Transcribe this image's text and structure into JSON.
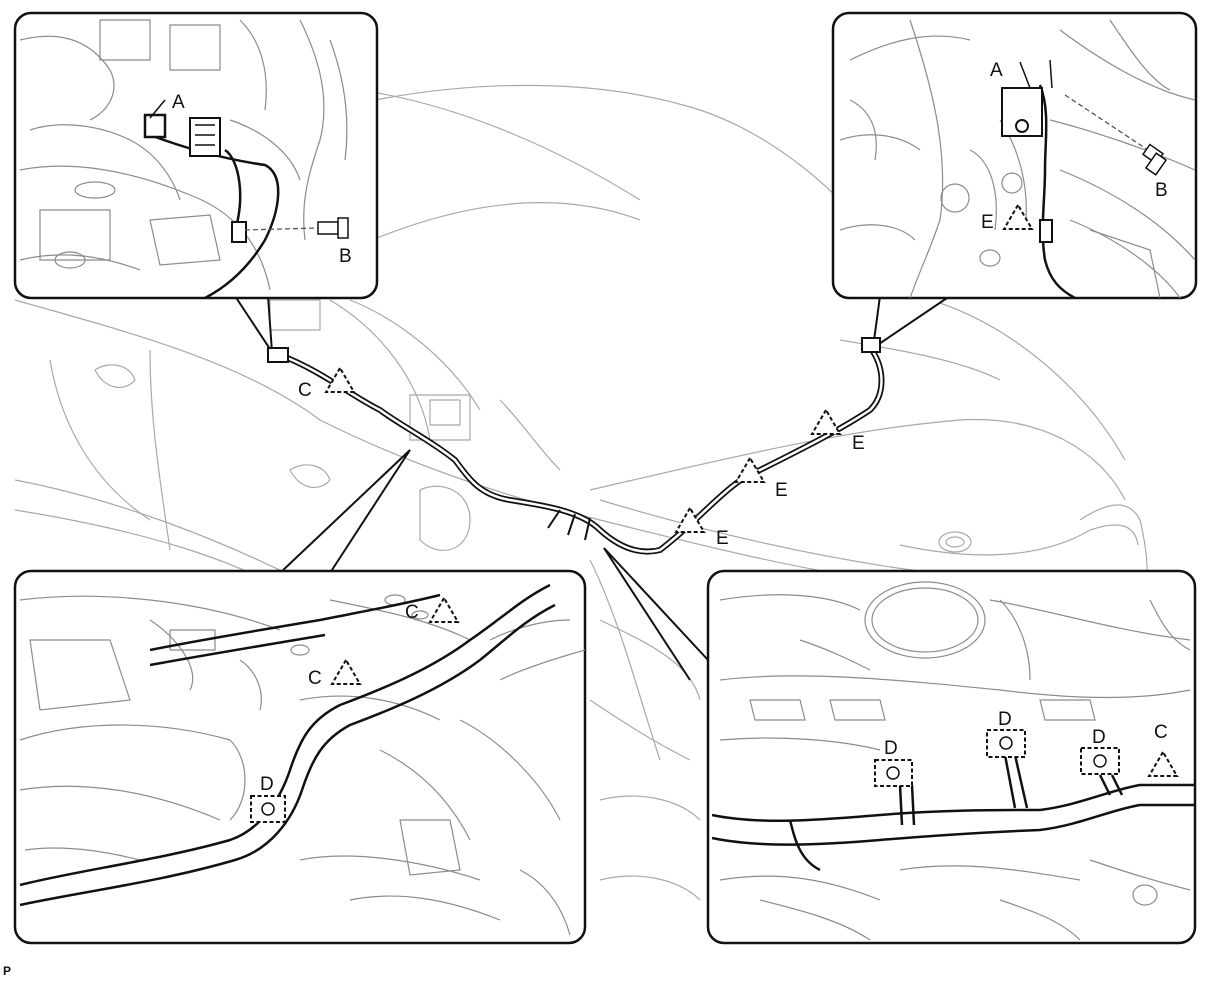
{
  "labels": {
    "A": "A",
    "B": "B",
    "C": "C",
    "D": "D",
    "E": "E"
  },
  "footer_code": "P"
}
